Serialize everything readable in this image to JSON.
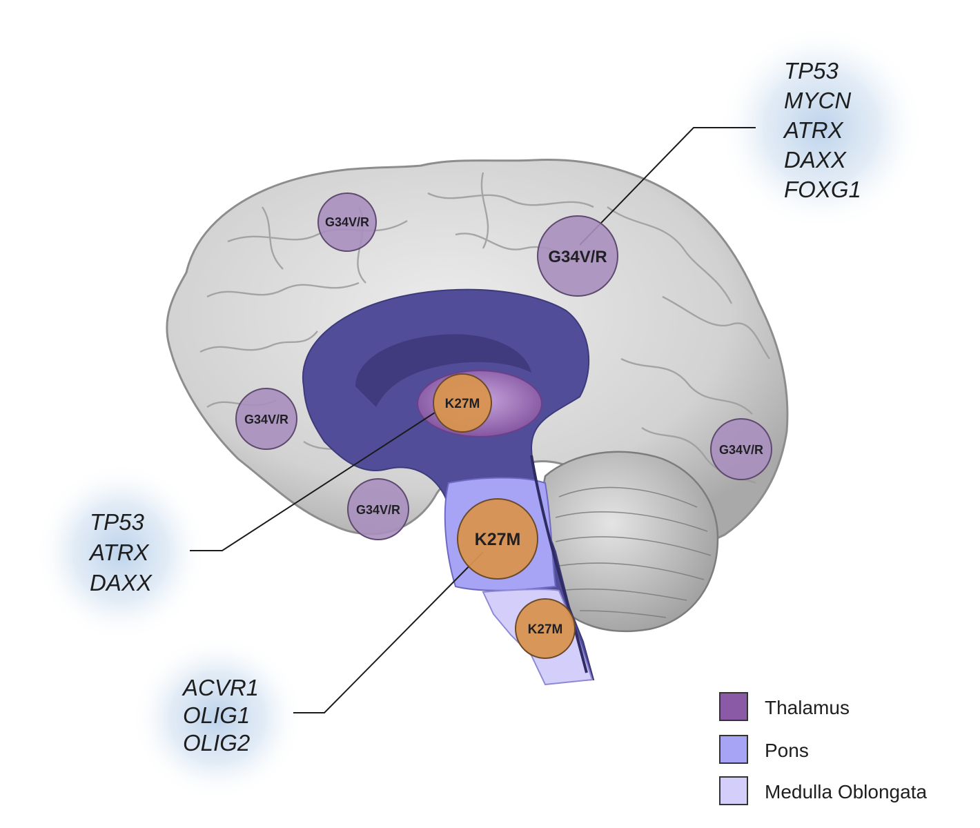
{
  "colors": {
    "thalamus": "#8a5aa6",
    "pons": "#a7a4f5",
    "medulla": "#d4cffa",
    "ventricle": "#524d98",
    "k27m": "#d8944f",
    "g34": "#a98fbd",
    "gene_glow": "#b9d0ea"
  },
  "mutations": {
    "g34_label": "G34V/R",
    "k27m_label": "K27M"
  },
  "gene_groups": {
    "cortical": [
      "TP53",
      "MYCN",
      "ATRX",
      "DAXX",
      "FOXG1"
    ],
    "thalamic": [
      "TP53",
      "ATRX",
      "DAXX"
    ],
    "pontine": [
      "ACVR1",
      "OLIG1",
      "OLIG2"
    ]
  },
  "legend": [
    {
      "label": "Thalamus",
      "color": "#8a5aa6"
    },
    {
      "label": "Pons",
      "color": "#a7a4f5"
    },
    {
      "label": "Medulla Oblongata",
      "color": "#d4cffa"
    }
  ]
}
